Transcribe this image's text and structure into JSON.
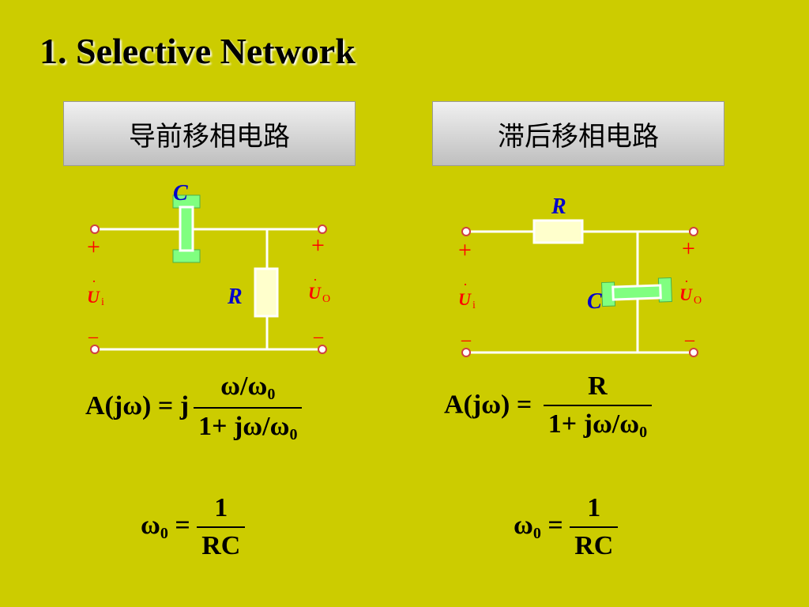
{
  "title": "1.  Selective Network",
  "boxes": {
    "left": "导前移相电路",
    "right": "滞后移相电路"
  },
  "circuit_left": {
    "capacitor_label": "C",
    "resistor_label": "R",
    "plus": "+",
    "minus": "–",
    "input_symbol": "U",
    "input_sub": "i",
    "output_symbol": "U",
    "output_sub": "O"
  },
  "circuit_right": {
    "capacitor_label": "C",
    "resistor_label": "R",
    "plus": "+",
    "minus": "–",
    "input_symbol": "U",
    "input_sub": "i",
    "output_symbol": "U",
    "output_sub": "O"
  },
  "formulas": {
    "left_transfer": {
      "lhs": "A(jω) = j",
      "num": "ω/ω",
      "num_sub": "0",
      "den": "1+ jω/ω",
      "den_sub": "0"
    },
    "right_transfer": {
      "lhs": "A(jω) = ",
      "num": "R",
      "den": "1+ jω/ω",
      "den_sub": "0"
    },
    "left_omega0": {
      "lhs": "ω",
      "lhs_sub": "0",
      "eq": " = ",
      "num": "1",
      "den": "RC"
    },
    "right_omega0": {
      "lhs": "ω",
      "lhs_sub": "0",
      "eq": " = ",
      "num": "1",
      "den": "RC"
    }
  },
  "colors": {
    "background": "#cccc00",
    "wire": "#ffffff",
    "capacitor": "#80ff80",
    "resistor": "#ffffcc",
    "label_blue": "#0000cc",
    "label_red": "#ff0000"
  }
}
